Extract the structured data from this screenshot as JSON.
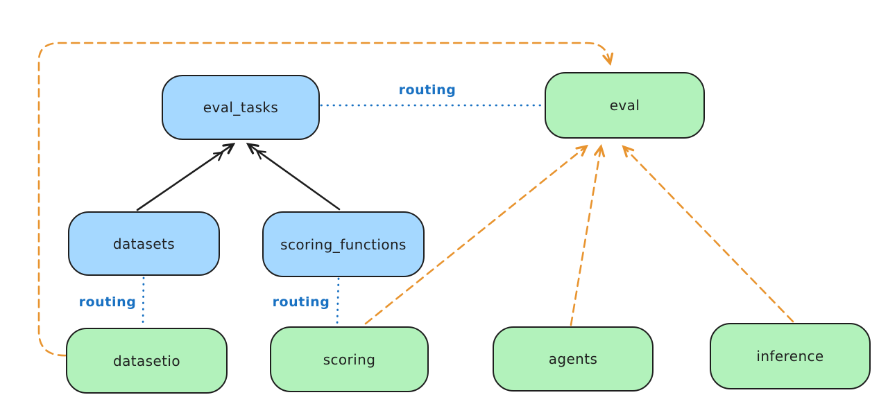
{
  "diagram": {
    "nodes": {
      "eval_tasks": {
        "label": "eval_tasks",
        "fill": "#a5d8ff"
      },
      "eval": {
        "label": "eval",
        "fill": "#b2f2bb"
      },
      "datasets": {
        "label": "datasets",
        "fill": "#a5d8ff"
      },
      "scoring_functions": {
        "label": "scoring_functions",
        "fill": "#a5d8ff"
      },
      "datasetio": {
        "label": "datasetio",
        "fill": "#b2f2bb"
      },
      "scoring": {
        "label": "scoring",
        "fill": "#b2f2bb"
      },
      "agents": {
        "label": "agents",
        "fill": "#b2f2bb"
      },
      "inference": {
        "label": "inference",
        "fill": "#b2f2bb"
      }
    },
    "edges": [
      {
        "from": "datasets",
        "to": "eval_tasks",
        "style": "solid",
        "color": "#1e1e1e",
        "arrow": true,
        "label": ""
      },
      {
        "from": "scoring_functions",
        "to": "eval_tasks",
        "style": "solid",
        "color": "#1e1e1e",
        "arrow": true,
        "label": ""
      },
      {
        "from": "eval_tasks",
        "to": "eval",
        "style": "dotted",
        "color": "#1971c2",
        "arrow": false,
        "label": "routing"
      },
      {
        "from": "datasets",
        "to": "datasetio",
        "style": "dotted",
        "color": "#1971c2",
        "arrow": false,
        "label": "routing"
      },
      {
        "from": "scoring_functions",
        "to": "scoring",
        "style": "dotted",
        "color": "#1971c2",
        "arrow": false,
        "label": "routing"
      },
      {
        "from": "datasetio",
        "to": "eval",
        "style": "dashed",
        "color": "#e8942f",
        "arrow": true,
        "label": ""
      },
      {
        "from": "scoring",
        "to": "eval",
        "style": "dashed",
        "color": "#e8942f",
        "arrow": true,
        "label": ""
      },
      {
        "from": "agents",
        "to": "eval",
        "style": "dashed",
        "color": "#e8942f",
        "arrow": true,
        "label": ""
      },
      {
        "from": "inference",
        "to": "eval",
        "style": "dashed",
        "color": "#e8942f",
        "arrow": true,
        "label": ""
      }
    ],
    "colors": {
      "background": "#ffffff",
      "blue_node_fill": "#a5d8ff",
      "green_node_fill": "#b2f2bb",
      "node_stroke": "#1e1e1e",
      "routing_blue": "#1971c2",
      "dashed_orange": "#e8942f"
    }
  }
}
